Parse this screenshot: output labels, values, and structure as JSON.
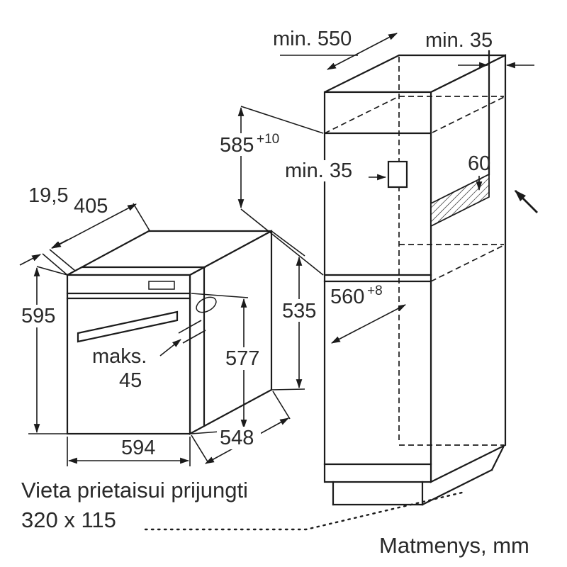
{
  "diagram": {
    "title": "Built-in oven installation drawing",
    "units_note": "Matmenys, mm",
    "connection_note": {
      "line1": "Vieta prietaisui prijungti",
      "line2": "320 x 115"
    },
    "cabinet_dims": {
      "depth_min": "min. 550",
      "wall_gap_min": "min. 35",
      "niche_height": "585",
      "niche_height_tolerance": "+10",
      "rear_gap_min": "min. 35",
      "vent_width": "60",
      "niche_depth": "560",
      "niche_depth_tolerance": "+8"
    },
    "oven_dims": {
      "panel_offset": "19,5",
      "top_depth": "405",
      "front_height": "595",
      "body_height": "535",
      "door_height": "577",
      "handle_max_label": "maks.",
      "handle_max_value": "45",
      "width": "594",
      "body_depth": "548"
    },
    "colors": {
      "line": "#1b1b1b",
      "text": "#2a2a2a",
      "background": "#ffffff"
    }
  }
}
